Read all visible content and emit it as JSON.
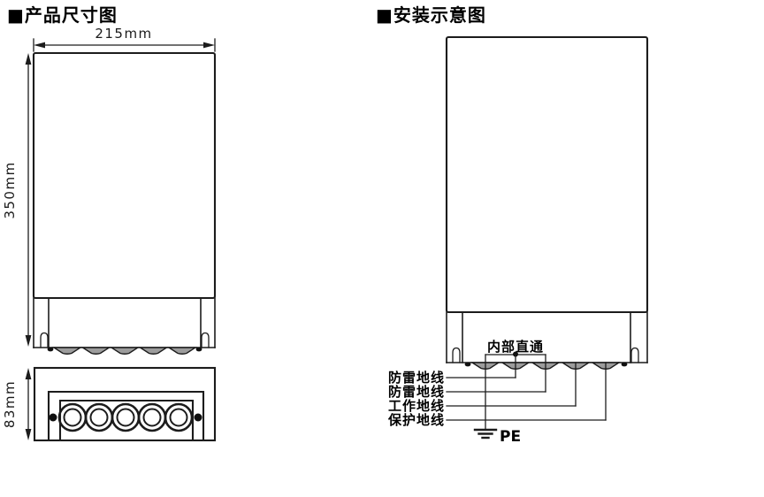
{
  "page": {
    "background": "#ffffff",
    "line_color": "#1c1c1c",
    "gland_fill_color": "#9c9c9c"
  },
  "left_diagram": {
    "title": "■产品尺寸图",
    "front_view": {
      "width_label": "215mm",
      "height_label": "350mm",
      "cable_gland_count": 5
    },
    "bottom_view": {
      "depth_label": "83mm",
      "cable_entry_count": 5
    }
  },
  "right_diagram": {
    "title": "■安装示意图",
    "internal_link_label": "内部直通",
    "wire_labels": [
      "防雷地线",
      "防雷地线",
      "工作地线",
      "保护地线"
    ],
    "ground_label": "PE"
  }
}
